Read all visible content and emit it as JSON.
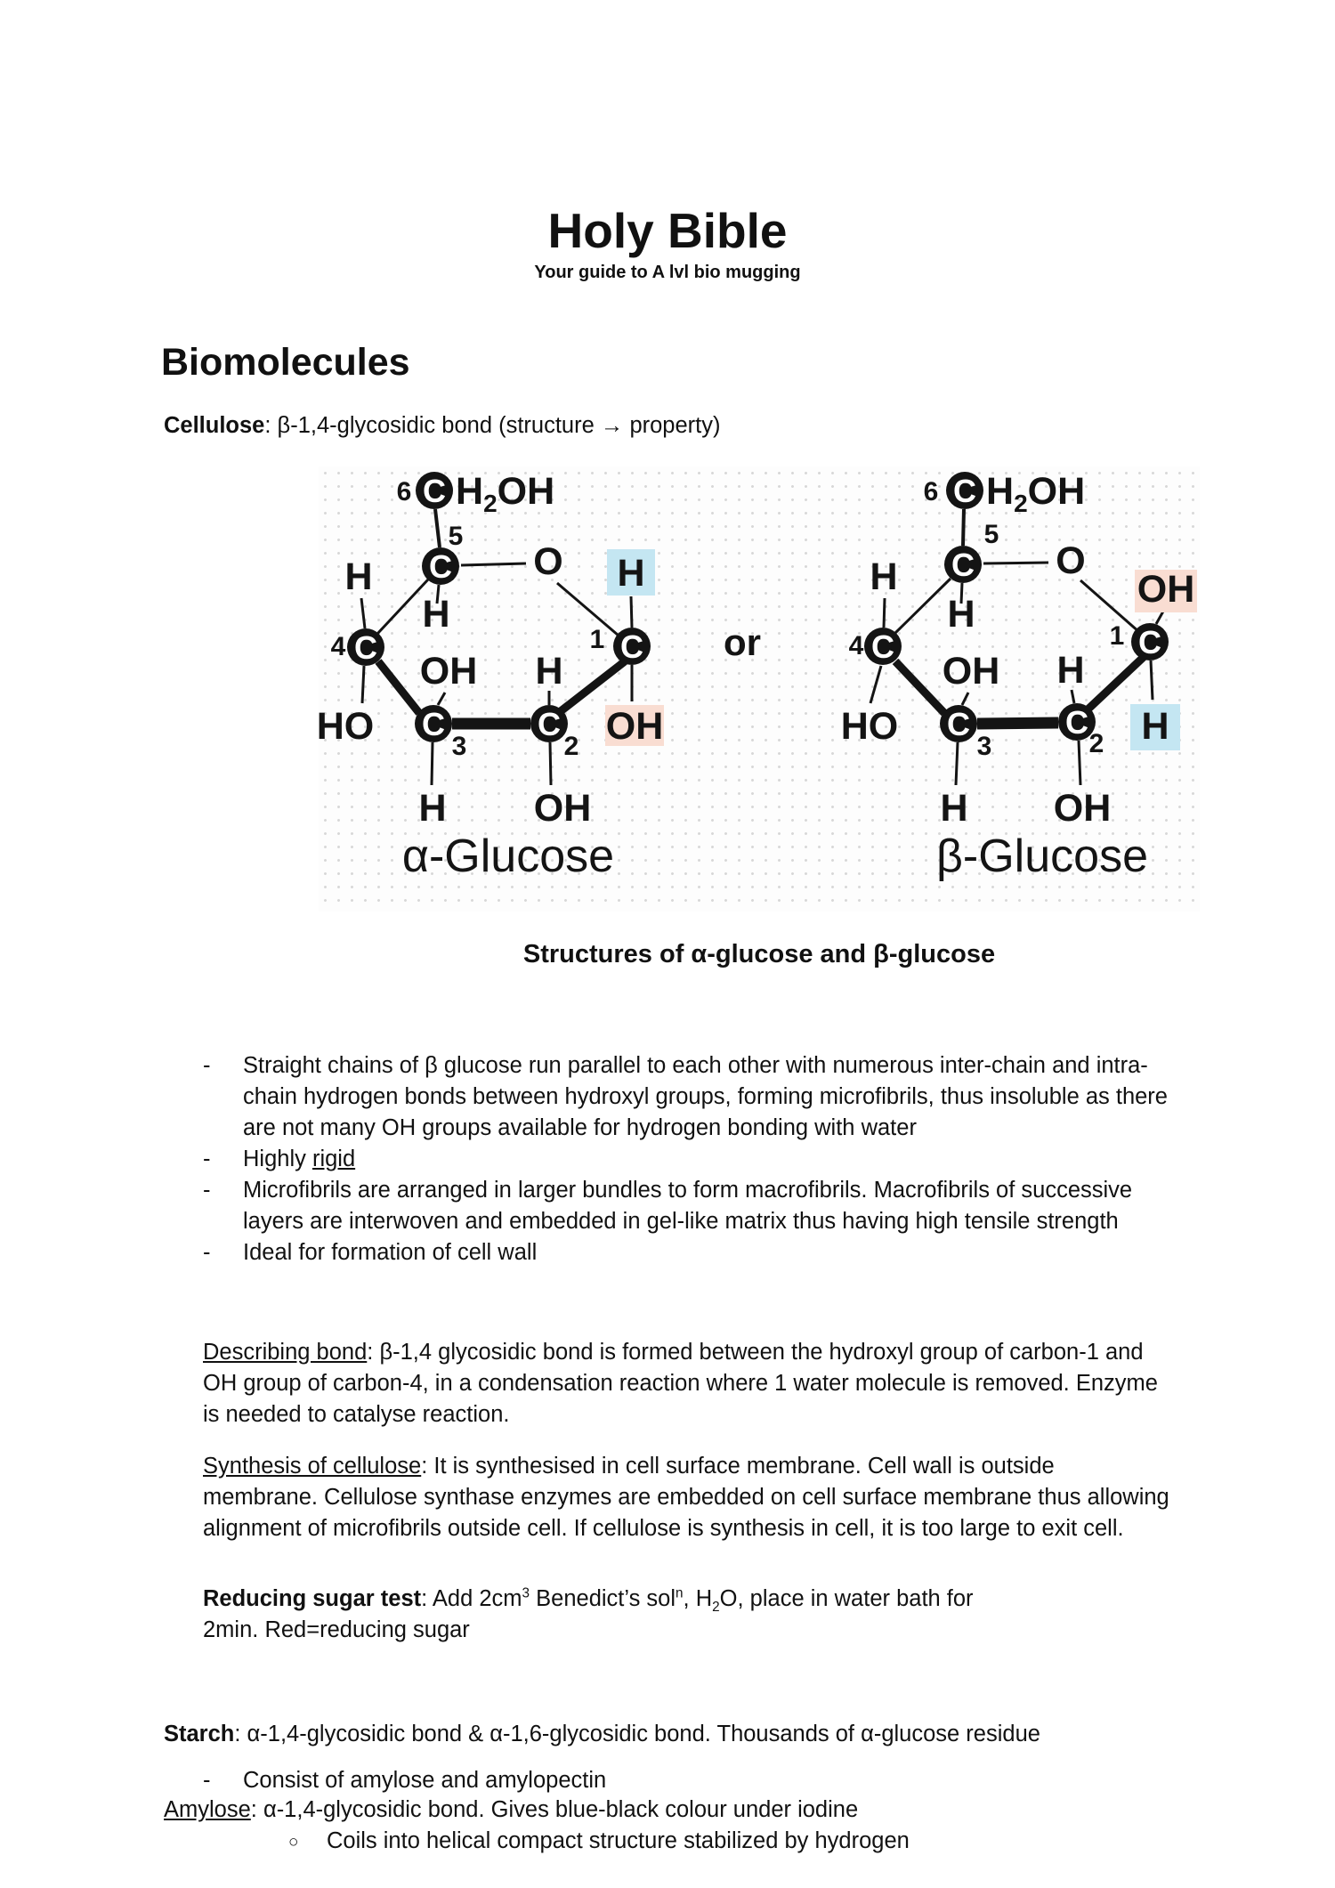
{
  "header": {
    "title": "Holy Bible",
    "subtitle": "Your guide to A lvl bio mugging"
  },
  "section": {
    "heading": "Biomolecules"
  },
  "cellulose": {
    "label": "Cellulose",
    "rest": ": β-1,4-glycosidic bond (structure → property)"
  },
  "figure": {
    "caption": "Structures of α-glucose and β-glucose",
    "alpha_label": "α-Glucose",
    "beta_label": "β-Glucose",
    "or_label": "or",
    "colors": {
      "highlight_blue": "#c4e6f2",
      "highlight_pink": "#f9ddd2"
    },
    "atoms": {
      "c": "C",
      "o": "O",
      "h": "H",
      "oh": "OH",
      "ho": "HO",
      "h2_h": "H",
      "h2_sub": "2",
      "h2_oh": "OH",
      "n1": "1",
      "n2": "2",
      "n3": "3",
      "n4": "4",
      "n5": "5",
      "n6": "6"
    }
  },
  "content": {
    "dash": "-",
    "circle": "○",
    "b1": "Straight chains of β glucose run parallel to each other with numerous inter-chain and intra-chain hydrogen bonds between hydroxyl groups, forming microfibrils, thus insoluble as there are not many OH groups available for hydrogen bonding with water",
    "b2_pre": "Highly ",
    "b2_u": "rigid",
    "b3": "Microfibrils are arranged in larger bundles to form macrofibrils. Macrofibrils of successive layers are interwoven and embedded in gel-like matrix thus having high tensile strength",
    "b4": "Ideal for formation of cell wall",
    "describing_u": "Describing bond",
    "describing_rest": ": β-1,4 glycosidic bond is formed between the hydroxyl group of carbon-1 and OH group of carbon-4, in a condensation reaction where 1 water molecule is removed. Enzyme is needed to catalyse reaction.",
    "synthesis_u": "Synthesis of cellulose",
    "synthesis_rest": ": It is synthesised in cell surface membrane. Cell wall is outside membrane. Cellulose synthase enzymes are embedded on cell surface membrane thus allowing alignment of microfibrils outside cell. If cellulose is synthesis in cell, it is too large to exit cell.",
    "reducing_b": "Reducing sugar test",
    "reducing_p1": ": Add 2cm",
    "reducing_sup1": "3",
    "reducing_p2": " Benedict’s sol",
    "reducing_sup2": "n",
    "reducing_p3": ", H",
    "reducing_sub1": "2",
    "reducing_p4": "O, place in water bath for",
    "reducing_p5": "2min. Red=reducing sugar",
    "starch_b": "Starch",
    "starch_rest": ": α-1,4-glycosidic bond & α-1,6-glycosidic bond. Thousands of α-glucose residue",
    "consist": "Consist of amylose and amylopectin",
    "amylose_u": "Amylose",
    "amylose_rest": ": α-1,4-glycosidic bond. Gives blue-black colour under iodine",
    "coils": "Coils into helical compact structure stabilized by hydrogen"
  }
}
